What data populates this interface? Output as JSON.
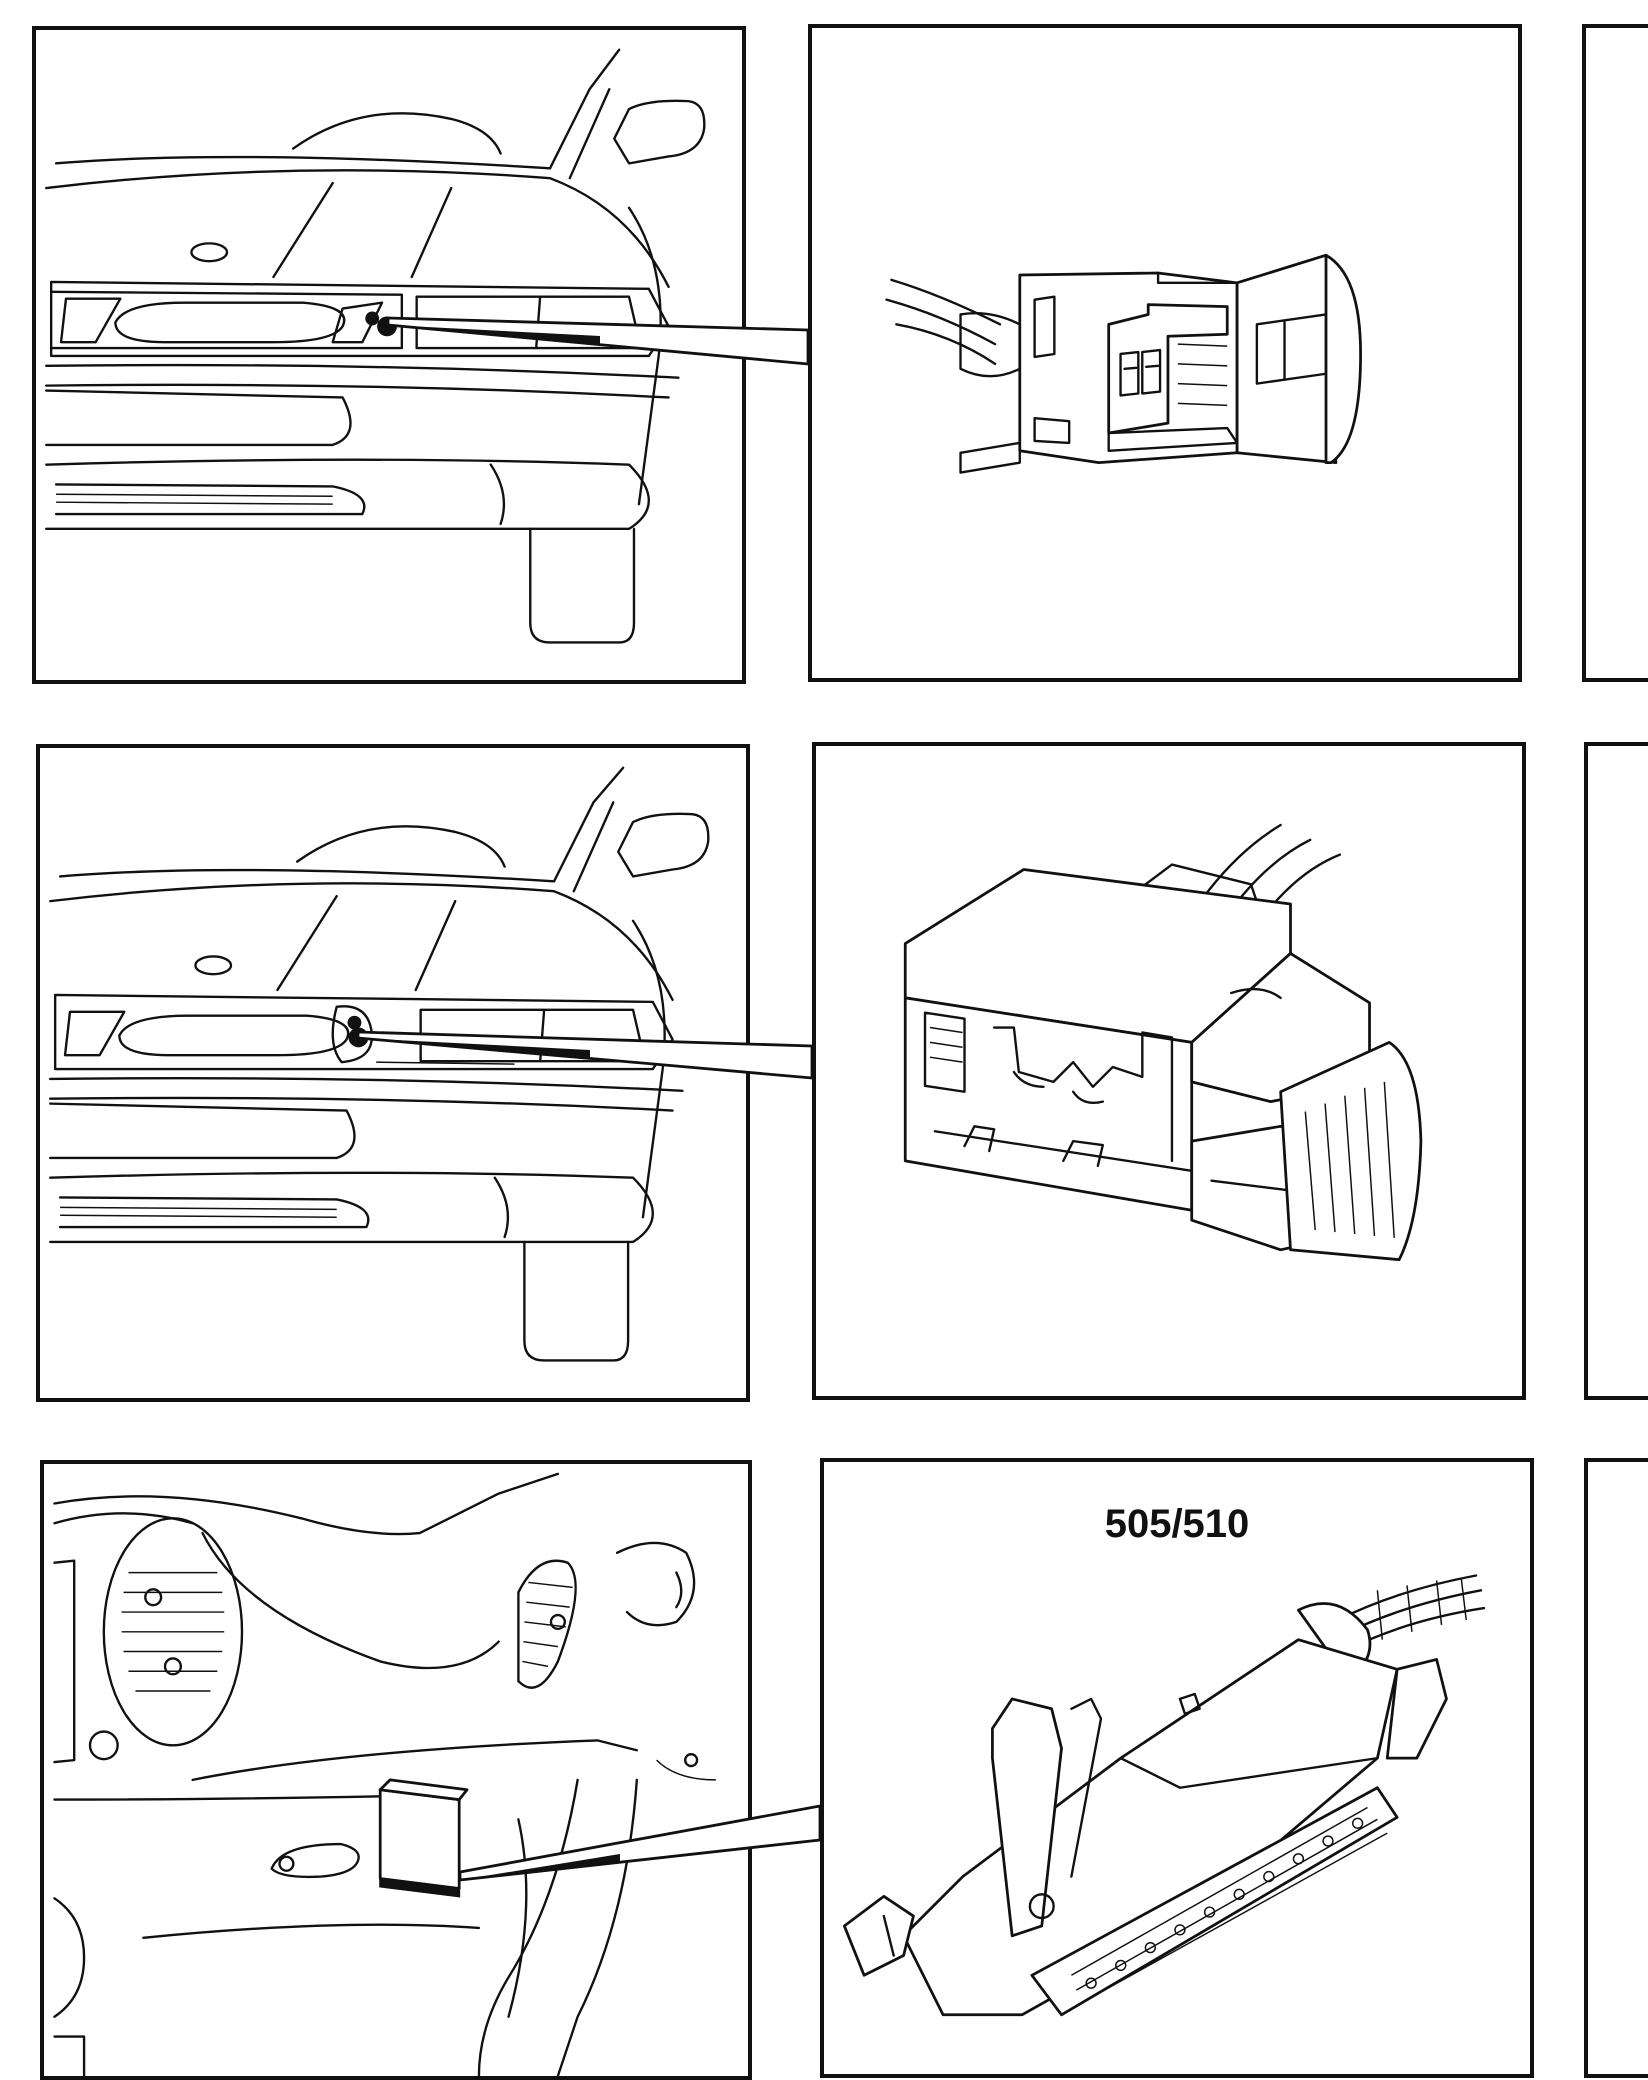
{
  "rows": [
    {
      "id": "row-1",
      "detail_label": ""
    },
    {
      "id": "row-2",
      "detail_label": ""
    },
    {
      "id": "row-3",
      "detail_label": "505/510"
    }
  ],
  "colors": {
    "ink": "#111111",
    "paper": "#ffffff"
  }
}
